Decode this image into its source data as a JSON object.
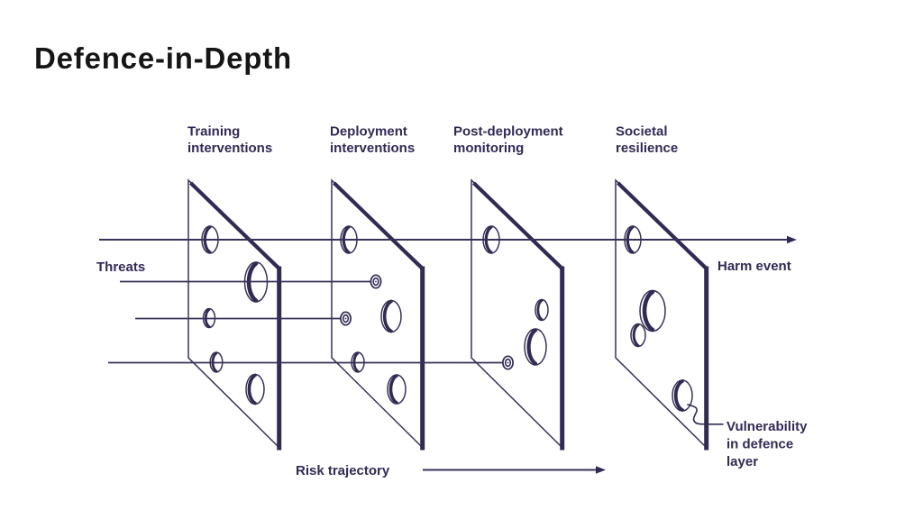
{
  "title": "Defence-in-Depth",
  "colors": {
    "ink": "#332a54",
    "title_color": "#161616",
    "background": "#ffffff"
  },
  "diagram": {
    "threats_label": "Threats",
    "harm_label": "Harm event",
    "risk_label": "Risk trajectory",
    "vulnerability_label": {
      "line1": "Vulnerability",
      "line2": "in defence",
      "line3": "layer"
    },
    "layers": [
      {
        "id": "training-interventions",
        "line1": "Training",
        "line2": "interventions"
      },
      {
        "id": "deployment-interventions",
        "line1": "Deployment",
        "line2": "interventions"
      },
      {
        "id": "post-deployment-monitoring",
        "line1": "Post-deployment",
        "line2": "monitoring"
      },
      {
        "id": "societal-resilience",
        "line1": "Societal",
        "line2": "resilience"
      }
    ],
    "threats": [
      {
        "name": "threat-1",
        "outcome": "passes through holes in all four layers and reaches harm event"
      },
      {
        "name": "threat-2",
        "outcome": "passes training interventions, stopped at deployment interventions"
      },
      {
        "name": "threat-3",
        "outcome": "passes training interventions, stopped at deployment interventions"
      },
      {
        "name": "threat-4",
        "outcome": "passes first two layers, stopped at post-deployment monitoring"
      }
    ],
    "annotation": "holes in each slice represent vulnerabilities in that defence layer"
  }
}
